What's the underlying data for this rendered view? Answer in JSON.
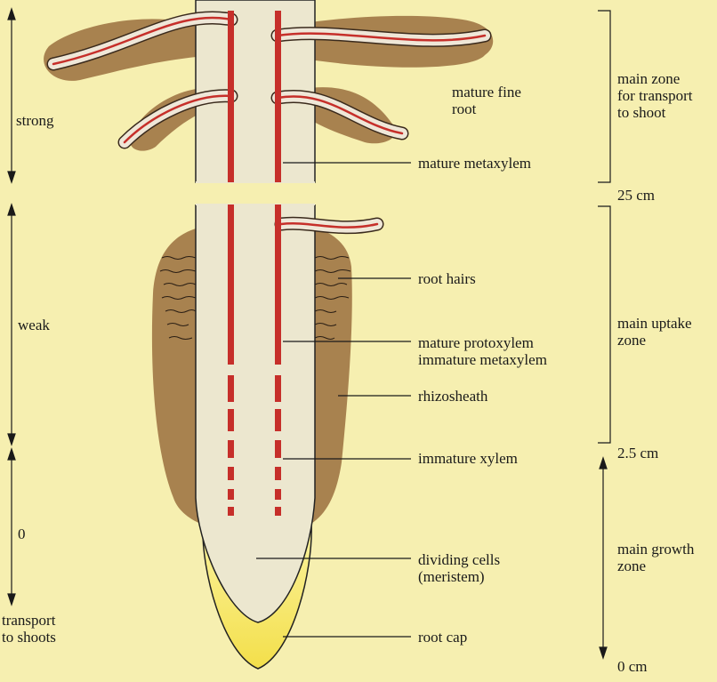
{
  "left_labels": {
    "strong": "strong",
    "weak": "weak",
    "zero": "0",
    "transport": [
      "transport",
      "to shoots"
    ]
  },
  "structure_labels": {
    "mature_fine_root": [
      "mature fine",
      "root"
    ],
    "mature_metaxylem": "mature metaxylem",
    "root_hairs": "root hairs",
    "mature_protoxylem": [
      "mature protoxylem",
      "immature metaxylem"
    ],
    "rhizosheath": "rhizosheath",
    "immature_xylem": "immature xylem",
    "dividing_cells": [
      "dividing cells",
      "(meristem)"
    ],
    "root_cap": "root cap"
  },
  "zone_labels": {
    "transport_zone": [
      "main zone",
      "for transport",
      "to shoot"
    ],
    "uptake_zone": [
      "main uptake",
      "zone"
    ],
    "growth_zone": [
      "main growth",
      "zone"
    ]
  },
  "distance_labels": {
    "d25": "25 cm",
    "d2_5": "2.5 cm",
    "d0": "0 cm"
  },
  "colors": {
    "background": "#f6efb0",
    "root_body": "#ece7cf",
    "xylem": "#c62f2a",
    "rhizosheath": "#a8824f",
    "root_cap": "#f5e55a"
  }
}
